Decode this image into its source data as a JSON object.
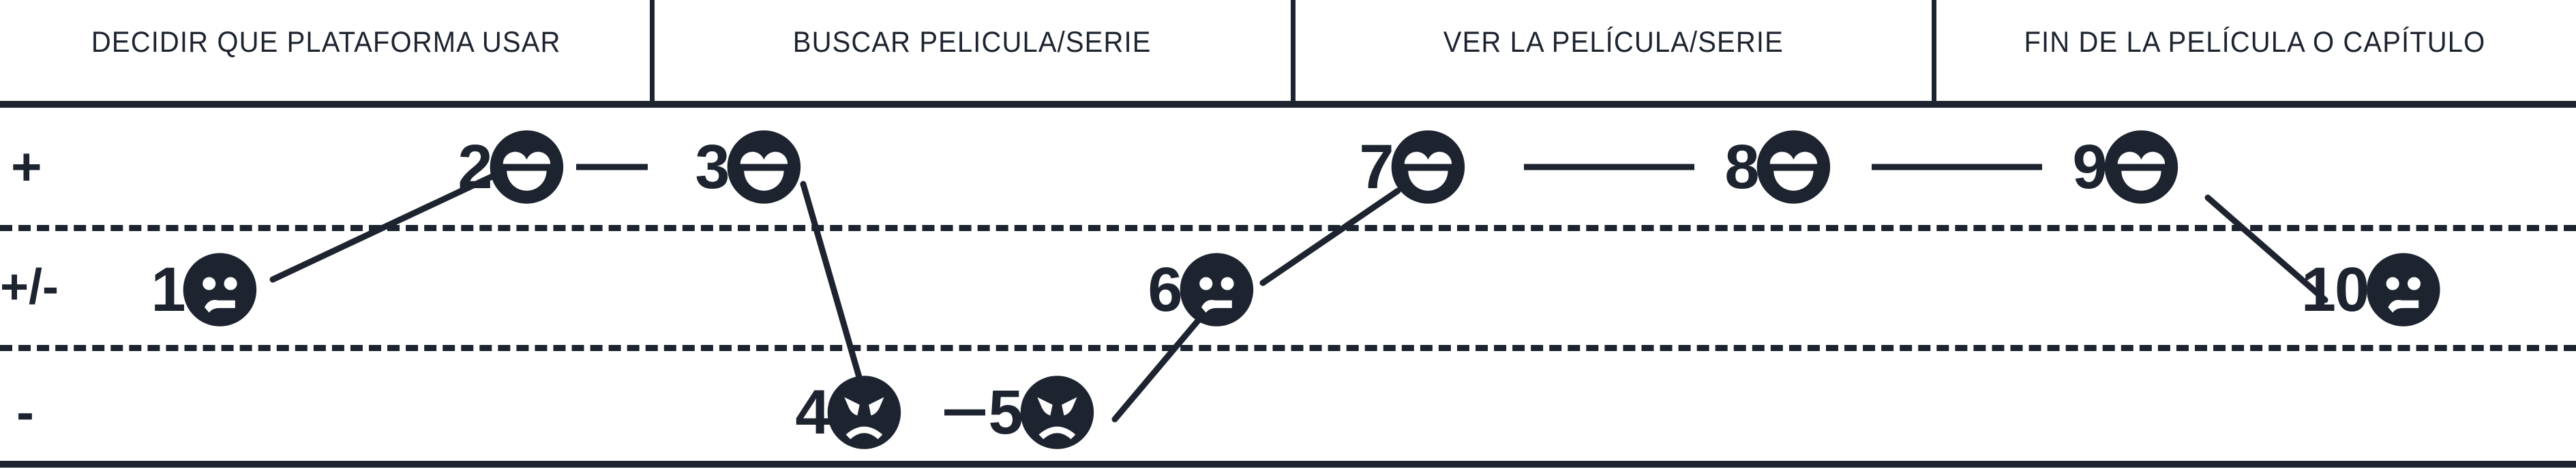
{
  "chart_data": {
    "type": "line",
    "title": "",
    "xlabel": "",
    "ylabel": "",
    "categories": [
      "DECIDIR QUE PLATAFORMA USAR",
      "BUSCAR PELICULA/SERIE",
      "VER LA PELÍCULA/SERIE",
      "FIN DE LA PELÍCULA O CAPÍTULO"
    ],
    "levels": [
      "+",
      "+/-",
      "-"
    ],
    "points": [
      {
        "id": "1",
        "label": "1",
        "level": "+/-",
        "emotion": "confused",
        "stage": "DECIDIR QUE PLATAFORMA USAR"
      },
      {
        "id": "2",
        "label": "2",
        "level": "+",
        "emotion": "happy",
        "stage": "DECIDIR QUE PLATAFORMA USAR"
      },
      {
        "id": "3",
        "label": "3",
        "level": "+",
        "emotion": "happy",
        "stage": "BUSCAR PELICULA/SERIE"
      },
      {
        "id": "4",
        "label": "4",
        "level": "-",
        "emotion": "angry",
        "stage": "BUSCAR PELICULA/SERIE"
      },
      {
        "id": "5",
        "label": "5",
        "level": "-",
        "emotion": "angry",
        "stage": "BUSCAR PELICULA/SERIE"
      },
      {
        "id": "6",
        "label": "6",
        "level": "+/-",
        "emotion": "confused",
        "stage": "VER LA PELÍCULA/SERIE"
      },
      {
        "id": "7",
        "label": "7",
        "level": "+",
        "emotion": "happy",
        "stage": "VER LA PELÍCULA/SERIE"
      },
      {
        "id": "8",
        "label": "8",
        "level": "+",
        "emotion": "happy",
        "stage": "VER LA PELÍCULA/SERIE"
      },
      {
        "id": "9",
        "label": "9",
        "level": "+",
        "emotion": "happy",
        "stage": "FIN DE LA PELÍCULA O CAPÍTULO"
      },
      {
        "id": "10",
        "label": "10",
        "level": "+/-",
        "emotion": "confused",
        "stage": "FIN DE LA PELÍCULA O CAPÍTULO"
      }
    ],
    "connections": [
      [
        "1",
        "2"
      ],
      [
        "2",
        "3"
      ],
      [
        "3",
        "4"
      ],
      [
        "4",
        "5"
      ],
      [
        "5",
        "6"
      ],
      [
        "6",
        "7"
      ],
      [
        "7",
        "8"
      ],
      [
        "8",
        "9"
      ],
      [
        "9",
        "10"
      ]
    ]
  },
  "header": {
    "columns": [
      {
        "label": "DECIDIR QUE PLATAFORMA USAR"
      },
      {
        "label": "BUSCAR PELICULA/SERIE"
      },
      {
        "label": "VER LA PELÍCULA/SERIE"
      },
      {
        "label": "FIN DE LA PELÍCULA O CAPÍTULO"
      }
    ]
  },
  "axis": {
    "labels": [
      {
        "text": "+",
        "name": "positive"
      },
      {
        "text": "+/-",
        "name": "neutral"
      },
      {
        "text": "-",
        "name": "negative"
      }
    ]
  },
  "nodes": {
    "n1": {
      "num": "1"
    },
    "n2": {
      "num": "2"
    },
    "n3": {
      "num": "3"
    },
    "n4": {
      "num": "4"
    },
    "n5": {
      "num": "5"
    },
    "n6": {
      "num": "6"
    },
    "n7": {
      "num": "7"
    },
    "n8": {
      "num": "8"
    },
    "n9": {
      "num": "9"
    },
    "n10": {
      "num": "10"
    }
  },
  "colors": {
    "ink": "#1d2430",
    "background": "#ffffff"
  }
}
